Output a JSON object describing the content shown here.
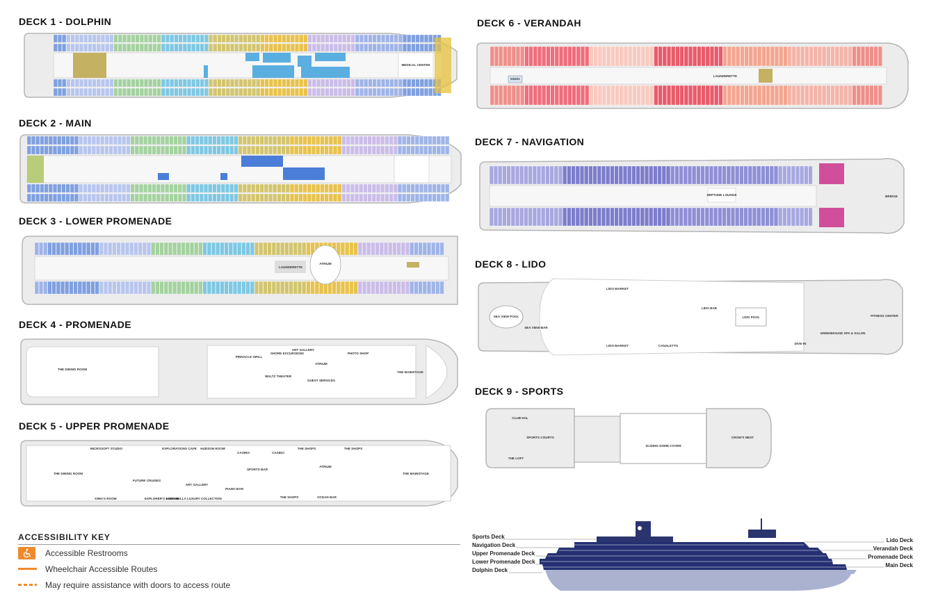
{
  "decks": {
    "d1": {
      "title": "DECK 1 - DOLPHIN",
      "rooms": {
        "medical": "MEDICAL CENTER"
      }
    },
    "d2": {
      "title": "DECK 2 - MAIN"
    },
    "d3": {
      "title": "DECK 3 - LOWER PROMENADE",
      "rooms": {
        "laund": "LAUNDERETTE",
        "atrium": "ATRIUM"
      }
    },
    "d4": {
      "title": "DECK 4 - PROMENADE",
      "rooms": {
        "dining": "THE DINING ROOM",
        "pinnacle": "PINNACLE GRILL",
        "shore": "SHORE EXCURSIONS",
        "gallery": "ART GALLERY",
        "atrium": "ATRIUM",
        "photo": "PHOTO SHOP",
        "guest": "GUEST SERVICES",
        "theater": "WALTZ THEATER",
        "mainstage": "THE MAINSTAGE"
      }
    },
    "d5": {
      "title": "DECK 5 - UPPER PROMENADE",
      "rooms": {
        "microsoft": "MICROSOFT STUDIO",
        "explorations": "EXPLORATIONS CAFE",
        "hudson": "HUDSON ROOM",
        "casino1": "CASINO",
        "casino2": "CASINO",
        "shops1": "THE SHOPS",
        "shops2": "THE SHOPS",
        "shops3": "THE SHOPS",
        "dining": "THE DINING ROOM",
        "future": "FUTURE CRUISES",
        "artgal": "ART GALLERY",
        "sports": "SPORTS BAR",
        "atrium": "ATRIUM",
        "mainstage": "THE MAINSTAGE",
        "kings": "KING'S ROOM",
        "explorers": "EXPLORER'S LOUNGE",
        "merabella": "MERABELLA LUXURY COLLECTION",
        "piano": "PIANO BAR",
        "ocean": "OCEAN BAR"
      }
    },
    "d6": {
      "title": "DECK 6 - VERANDAH",
      "rooms": {
        "laund": "LAUNDERETTE",
        "cabin": "K6221"
      }
    },
    "d7": {
      "title": "DECK 7 - NAVIGATION",
      "rooms": {
        "neptune": "NEPTUNE LOUNGE",
        "bridge": "BRIDGE"
      }
    },
    "d8": {
      "title": "DECK 8 - LIDO",
      "rooms": {
        "seaview_pool": "SEA VIEW POOL",
        "seaview_bar": "SEA VIEW BAR",
        "lido_market1": "LIDO MARKET",
        "lido_market2": "LIDO MARKET",
        "lido_bar": "LIDO BAR",
        "lido_pool": "LIDO POOL",
        "canaletto": "CANALETTO",
        "dive": "DIVE-IN",
        "greenhouse": "GREENHOUSE SPA & SALON",
        "fitness": "FITNESS CENTER"
      }
    },
    "d9": {
      "title": "DECK 9 - SPORTS",
      "rooms": {
        "club": "CLUB HAL",
        "courts": "SPORTS COURTS",
        "loft": "THE LOFT",
        "dome": "SLIDING DOME COVER",
        "crows": "CROW'S NEST"
      }
    }
  },
  "accessibility_key": {
    "title": "ACCESSIBILITY KEY",
    "items": [
      {
        "label": "Accessible Restrooms",
        "symbol": "wheelchair-icon"
      },
      {
        "label": "Wheelchair Accessible Routes",
        "symbol": "solid-line"
      },
      {
        "label": "May require assistance with doors to access route",
        "symbol": "dashed-line"
      }
    ],
    "color": "#ef8a2c"
  },
  "profile": {
    "left_labels": [
      "Sports Deck",
      "Navigation Deck",
      "Upper Promenade Deck",
      "Lower Promenade Deck",
      "Dolphin Deck"
    ],
    "right_labels": [
      "Lido Deck",
      "Verandah Deck",
      "Promenade Deck",
      "Main Deck"
    ],
    "hull_color": "#1f2a66"
  }
}
